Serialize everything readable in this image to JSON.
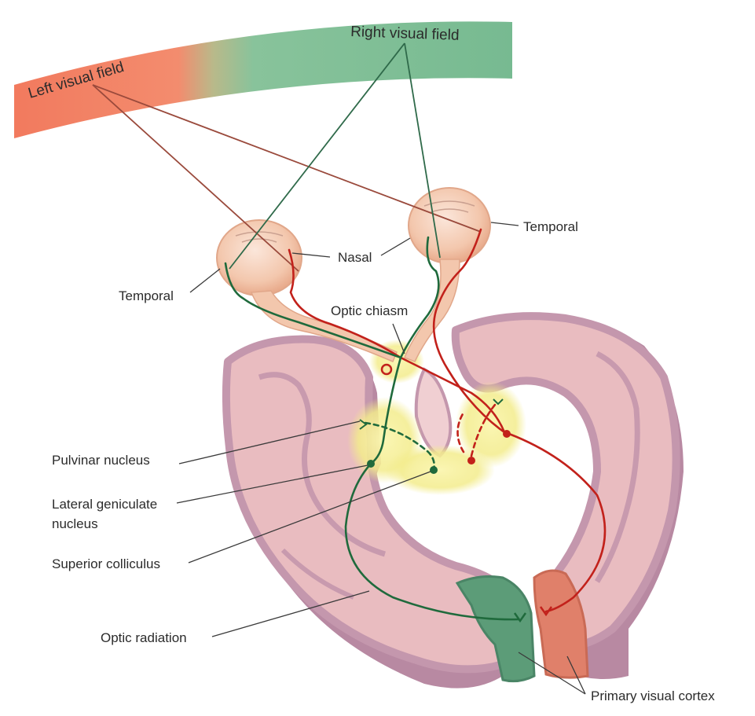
{
  "fields": {
    "left": "Left visual field",
    "right": "Right visual field"
  },
  "labels": {
    "temporal_left": "Temporal",
    "temporal_right": "Temporal",
    "nasal": "Nasal",
    "optic_chiasm": "Optic chiasm",
    "pulvinar_nucleus": "Pulvinar nucleus",
    "lgn_line1": "Lateral geniculate",
    "lgn_line2": "nucleus",
    "superior_colliculus": "Superior colliculus",
    "optic_radiation": "Optic radiation",
    "primary_visual_cortex": "Primary visual cortex"
  },
  "colors": {
    "left_field": "#f27e63",
    "right_field": "#7fbf98",
    "red_pathway": "#c2211b",
    "green_pathway": "#1f6a3c",
    "brain_tissue": "#e6b8bd",
    "brain_cortex": "#c79aab",
    "nucleus_glow": "#f4f0a0"
  }
}
